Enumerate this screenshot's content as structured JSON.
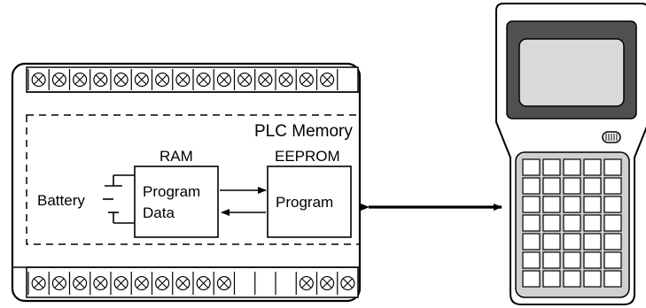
{
  "diagram": {
    "plc_memory_label": "PLC Memory",
    "ram": {
      "title": "RAM",
      "line1": "Program",
      "line2": "Data"
    },
    "eeprom": {
      "title": "EEPROM",
      "content": "Program"
    },
    "battery_label": "Battery",
    "top_terminals": {
      "total": 16,
      "pattern": [
        "x",
        "x",
        "x",
        "x",
        "x",
        "x",
        "x",
        "x",
        "x",
        "x",
        "x",
        "x",
        "x",
        "x",
        "x",
        "blank"
      ]
    },
    "bottom_terminals": {
      "total": 16,
      "pattern": [
        "x",
        "x",
        "x",
        "x",
        "x",
        "x",
        "x",
        "x",
        "x",
        "x",
        "blank",
        "blank",
        "blank",
        "x",
        "x",
        "x"
      ]
    },
    "programmer": {
      "keypad_rows": 7,
      "keypad_cols": 5
    }
  }
}
